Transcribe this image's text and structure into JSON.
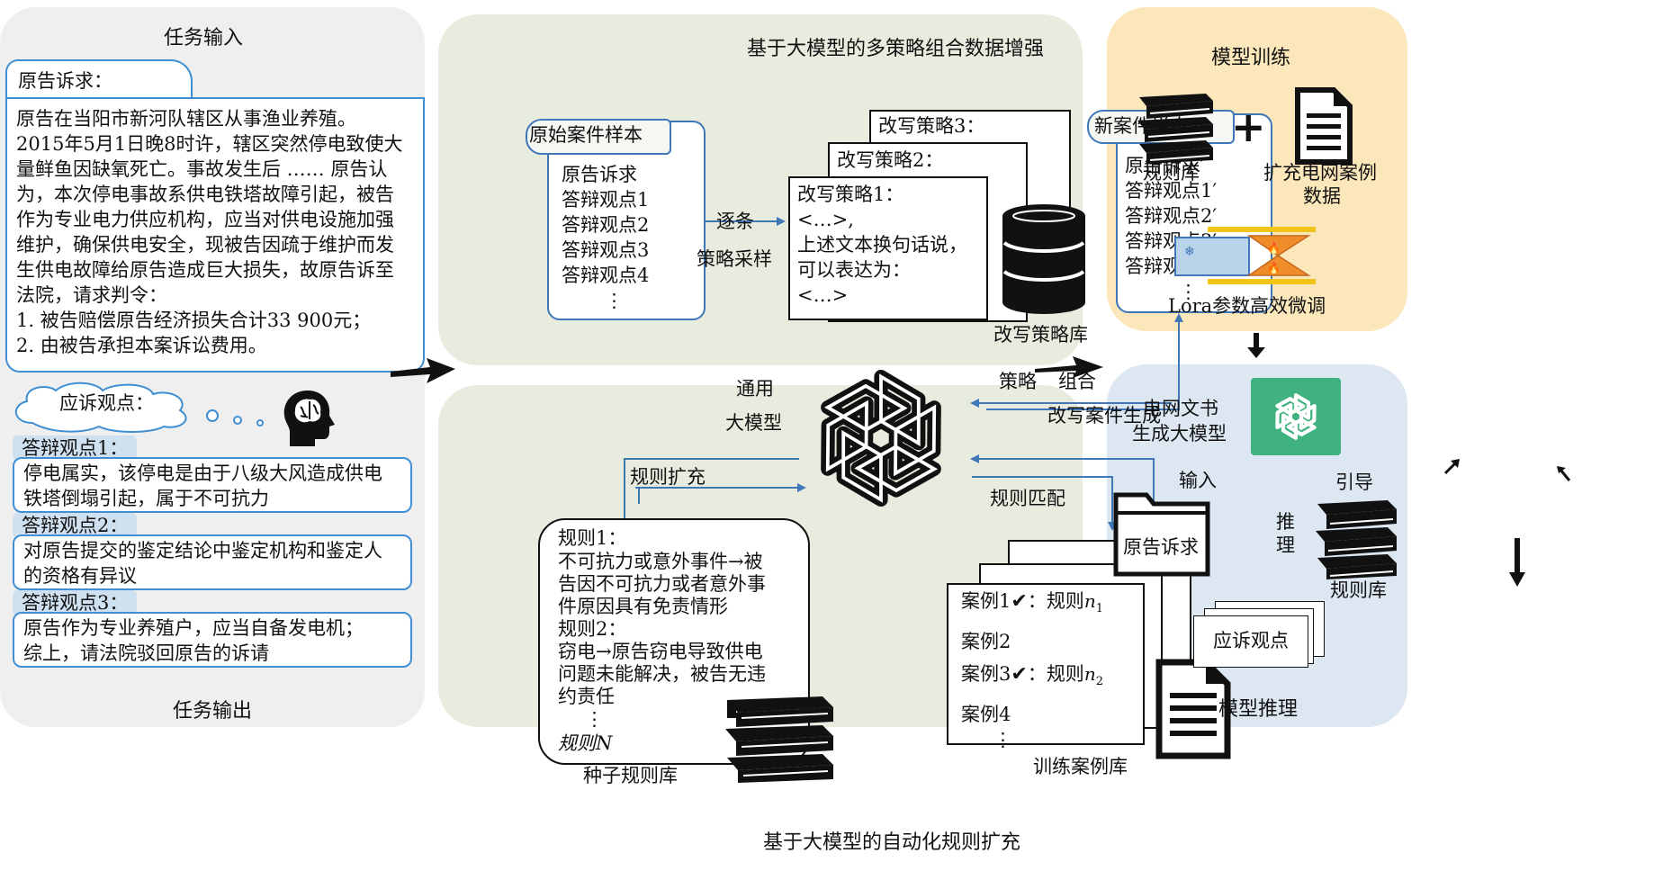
{
  "task": {
    "input_title": "任务输入",
    "output_title": "任务输出",
    "claim_label": "原告诉求：",
    "claim_lines": [
      "原告在当阳市新河队辖区从事渔业养殖。",
      "2015年5月1日晚8时许，辖区突然停电致使大",
      "量鲜鱼因缺氧死亡。事故发生后 …… 原告认",
      "为，本次停电事故系供电铁塔故障引起，被告",
      "作为专业电力供应机构，应当对供电设施加强",
      "维护，确保供电安全，现被告因疏于维护而发",
      "生供电故障给原告造成巨大损失，故原告诉至",
      "法院，请求判令：",
      "1. 被告赔偿原告经济损失合计33 900元；",
      "2. 由被告承担本案诉讼费用。"
    ],
    "response_label": "应诉观点：",
    "defenses": [
      {
        "label": "答辩观点1：",
        "lines": [
          "停电属实，该停电是由于八级大风造成供电",
          "铁塔倒塌引起，属于不可抗力"
        ]
      },
      {
        "label": "答辩观点2：",
        "lines": [
          "对原告提交的鉴定结论中鉴定机构和鉴定人",
          "的资格有异议"
        ]
      },
      {
        "label": "答辩观点3：",
        "lines": [
          "原告作为专业养殖户，应当自备发电机；",
          "综上，请法院驳回原告的诉请"
        ]
      }
    ]
  },
  "augment": {
    "title": "基于大模型的多策略组合数据增强",
    "orig_title": "原始案件样本",
    "orig_items": [
      "原告诉求",
      "答辩观点1",
      "答辩观点2",
      "答辩观点3",
      "答辩观点4",
      "⋮"
    ],
    "sample_label_1": "逐条",
    "sample_label_2": "策略采样",
    "strategy3": "改写策略3：",
    "strategy2": "改写策略2：",
    "strategy1_lines": [
      "改写策略1：",
      "<…>,",
      "上述文本换句话说，",
      "可以表达为：",
      "<…>"
    ],
    "strategy_db": "改写策略库",
    "new_title": "新案件样本",
    "new_items": [
      "原告诉求′",
      "答辩观点1′",
      "答辩观点2′",
      "答辩观点3′",
      "答辩观点4′",
      "⋮"
    ],
    "combo_1": "策略",
    "combo_2": "组合",
    "gen_label": "改写案件生成",
    "llm_1": "通用",
    "llm_2": "大模型"
  },
  "rules": {
    "title": "基于大模型的自动化规则扩充",
    "expand_label": "规则扩充",
    "match_label": "规则匹配",
    "rule_lines": [
      "规则1：",
      "不可抗力或意外事件→被",
      "告因不可抗力或者意外事",
      "件原因具有免责情形",
      "规则2：",
      "窃电→原告窃电导致供电",
      "问题未能解决，被告无违",
      "约责任",
      "⋮",
      "规则N"
    ],
    "seed_db": "种子规则库",
    "cases": [
      {
        "name": "案例1",
        "mark": "✔",
        "rule": "规则",
        "sub": "1"
      },
      {
        "name": "案例2"
      },
      {
        "name": "案例3",
        "mark": "✔",
        "rule": "规则",
        "sub": "2"
      },
      {
        "name": "案例4"
      }
    ],
    "case_more": "⋮",
    "train_db": "训练案例库"
  },
  "train": {
    "title": "模型训练",
    "rulebase": "规则库",
    "plus": "+",
    "data_1": "扩充电网案例",
    "data_2": "数据",
    "lora": "Lora参数高效微调"
  },
  "infer": {
    "title": "模型推理",
    "model_1": "电网文书",
    "model_2": "生成大模型",
    "input": "输入",
    "guide": "引导",
    "reason_1": "推",
    "reason_2": "理",
    "folder": "原告诉求",
    "rulebase": "规则库",
    "output": "应诉观点"
  },
  "colors": {
    "left_panel": "#efefef",
    "mid_panels": "#e8ecdf",
    "train_panel": "#fbe7ba",
    "infer_panel": "#dce7f2",
    "blue_line": "#3f77b8",
    "gpt_green": "#3fb27f"
  }
}
